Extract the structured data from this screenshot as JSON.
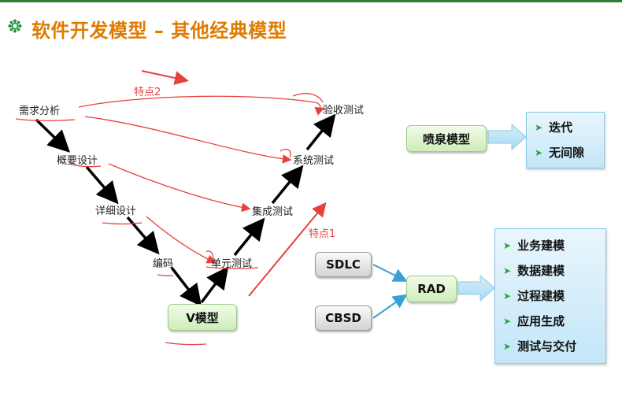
{
  "title": "软件开发模型 – 其他经典模型",
  "v_model": {
    "stages_left": [
      "需求分析",
      "概要设计",
      "详细设计",
      "编码"
    ],
    "stages_right": [
      "单元测试",
      "集成测试",
      "系统测试",
      "验收测试"
    ],
    "label": "V模型"
  },
  "annotations": {
    "feature1": "特点1",
    "feature2": "特点2"
  },
  "fountain": {
    "label": "喷泉模型",
    "items": [
      "迭代",
      "无间隙"
    ]
  },
  "rad": {
    "inputs": [
      "SDLC",
      "CBSD"
    ],
    "label": "RAD",
    "items": [
      "业务建模",
      "数据建模",
      "过程建模",
      "应用生成",
      "测试与交付"
    ]
  },
  "colors": {
    "title": "#e07b00",
    "annotation_red": "#e8413c",
    "accent_green": "#2aa33a"
  }
}
